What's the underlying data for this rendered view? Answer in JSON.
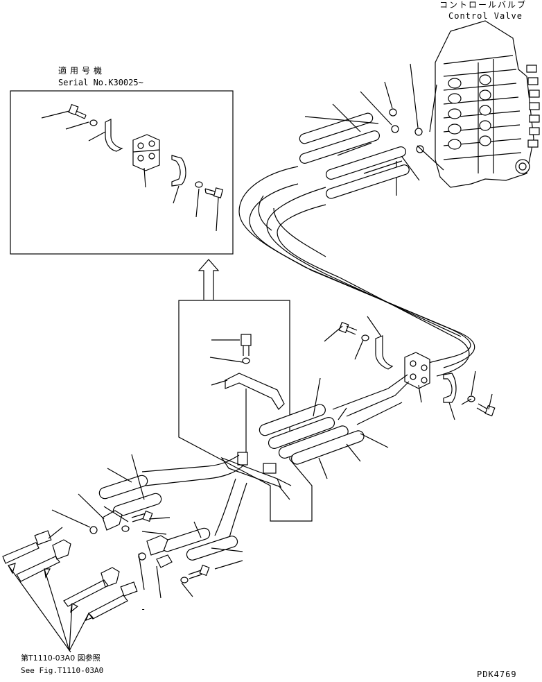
{
  "control_valve": {
    "label_jp": "コントロールバルブ",
    "label_en": "Control Valve"
  },
  "inset": {
    "label_jp": "適用号機",
    "label_serial": "Serial No.K30025~"
  },
  "reference": {
    "label_jp": "第T1110-03A0 図参照",
    "label_en": "See Fig.T1110-03A0"
  },
  "figure_number": "PDK4769",
  "small_mark": "-"
}
